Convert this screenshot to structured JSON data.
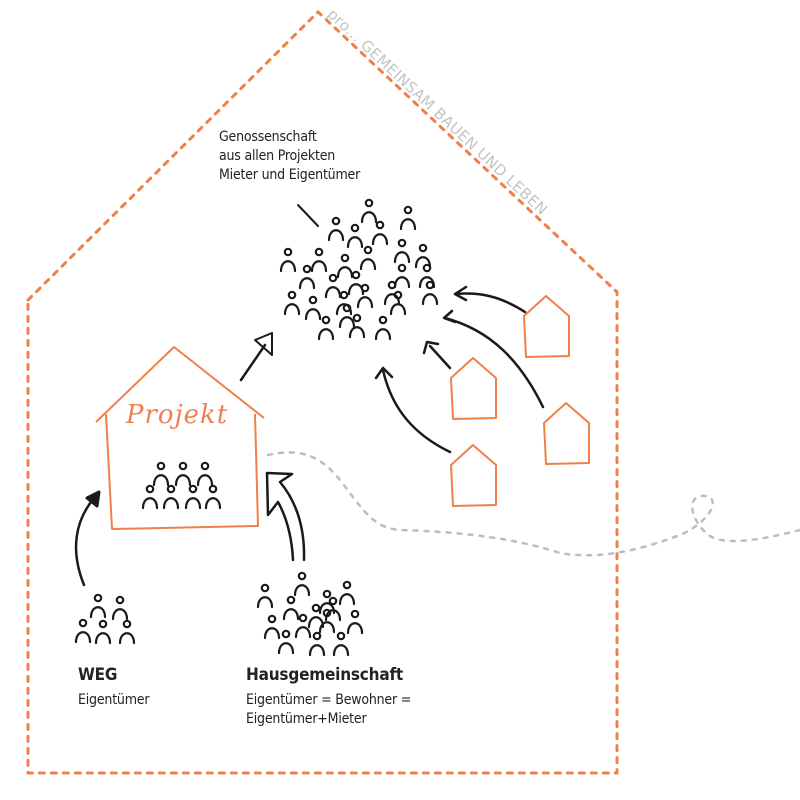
{
  "tagline": {
    "prefix": "pro...",
    "text": "GEMEINSAM BAUEN UND LEBEN"
  },
  "genossenschaft": {
    "lines": [
      "Genossenschaft",
      "aus allen Projekten",
      "Mieter und Eigentümer"
    ]
  },
  "projekt": {
    "label": "Projekt"
  },
  "weg": {
    "title": "WEG",
    "subtitle": "Eigentümer"
  },
  "hausgemeinschaft": {
    "title": "Hausgemeinschaft",
    "lines": [
      "Eigentümer = Bewohner =",
      "Eigentümer+Mieter"
    ]
  },
  "small_houses_count": 4,
  "colors": {
    "accent_orange": "#f08048",
    "ink": "#1a1a1a",
    "dashed_gray": "#bdbdbd",
    "tagline_gray": "#c4c4c4"
  }
}
